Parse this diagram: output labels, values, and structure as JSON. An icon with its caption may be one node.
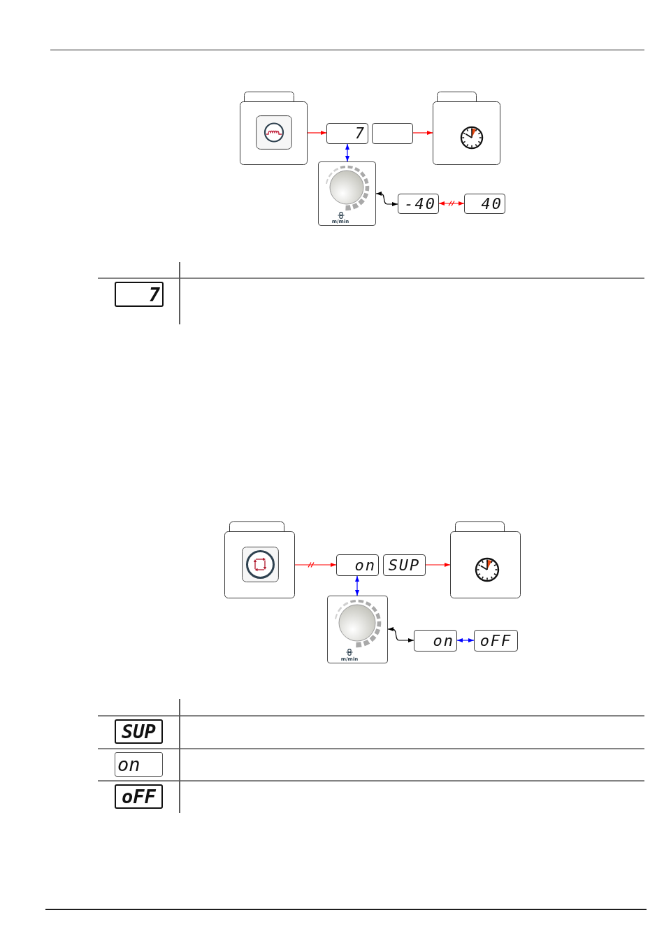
{
  "diagram": {
    "nodes": [
      {
        "text": [],
        "shape": "box"
      },
      {
        "text": [
          "7"
        ]
      },
      {
        "text": [],
        "shape": "box"
      },
      {
        "text": [],
        "shape": "box"
      },
      {
        "text": [
          "m/min"
        ]
      },
      {
        "text": [
          "-40"
        ]
      },
      {
        "text": [
          "40"
        ]
      },
      {
        "text": [],
        "shape": "box"
      },
      {
        "text": [
          "on"
        ]
      },
      {
        "text": [
          "SUP"
        ]
      },
      {
        "text": [],
        "shape": "box"
      },
      {
        "text": [
          "m/min"
        ]
      },
      {
        "text": [
          "on"
        ]
      },
      {
        "text": [
          "oFF"
        ]
      }
    ],
    "edges": [
      {
        "from": 0,
        "to": 1,
        "arrow": "to"
      },
      {
        "from": 2,
        "to": 3,
        "arrow": "to"
      },
      {
        "from": 1,
        "to": 4,
        "arrow": "both",
        "color": "#0000ff"
      },
      {
        "from": 4,
        "to": 5,
        "arrow": "both",
        "color": "#000000"
      },
      {
        "from": 5,
        "to": 6,
        "arrow": "both"
      },
      {
        "from": 7,
        "to": 8,
        "arrow": "to"
      },
      {
        "from": 9,
        "to": 10,
        "arrow": "to"
      },
      {
        "from": 8,
        "to": 11,
        "arrow": "both",
        "color": "#0000ff"
      },
      {
        "from": 11,
        "to": 12,
        "arrow": "both",
        "color": "#000000"
      },
      {
        "from": 12,
        "to": 13,
        "arrow": "both",
        "color": "#0000ff"
      }
    ],
    "labels": [
      "7",
      "SUP",
      "on",
      "oFF"
    ]
  }
}
